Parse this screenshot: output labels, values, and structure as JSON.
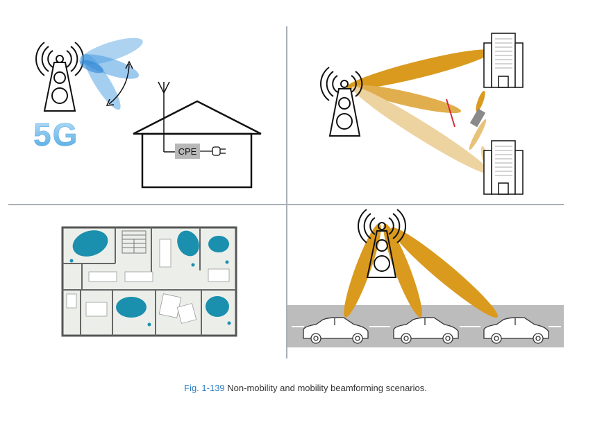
{
  "figure": {
    "panel_5g": {
      "logo_text": "5G"
    },
    "panel_home": {
      "device_label": "CPE"
    }
  },
  "caption": {
    "number": "Fig. 1-139",
    "text": "Non-mobility and mobility beamforming scenarios."
  },
  "colors": {
    "beam_orange": "#d99a1e",
    "beam_light": "#edd3a0",
    "beam_blue": "#4a9de0",
    "indoor_blue": "#1b8fae",
    "road_gray": "#bcbcbc",
    "obstacle_red": "#d12b3a",
    "divider_gray": "#aab0b8"
  }
}
